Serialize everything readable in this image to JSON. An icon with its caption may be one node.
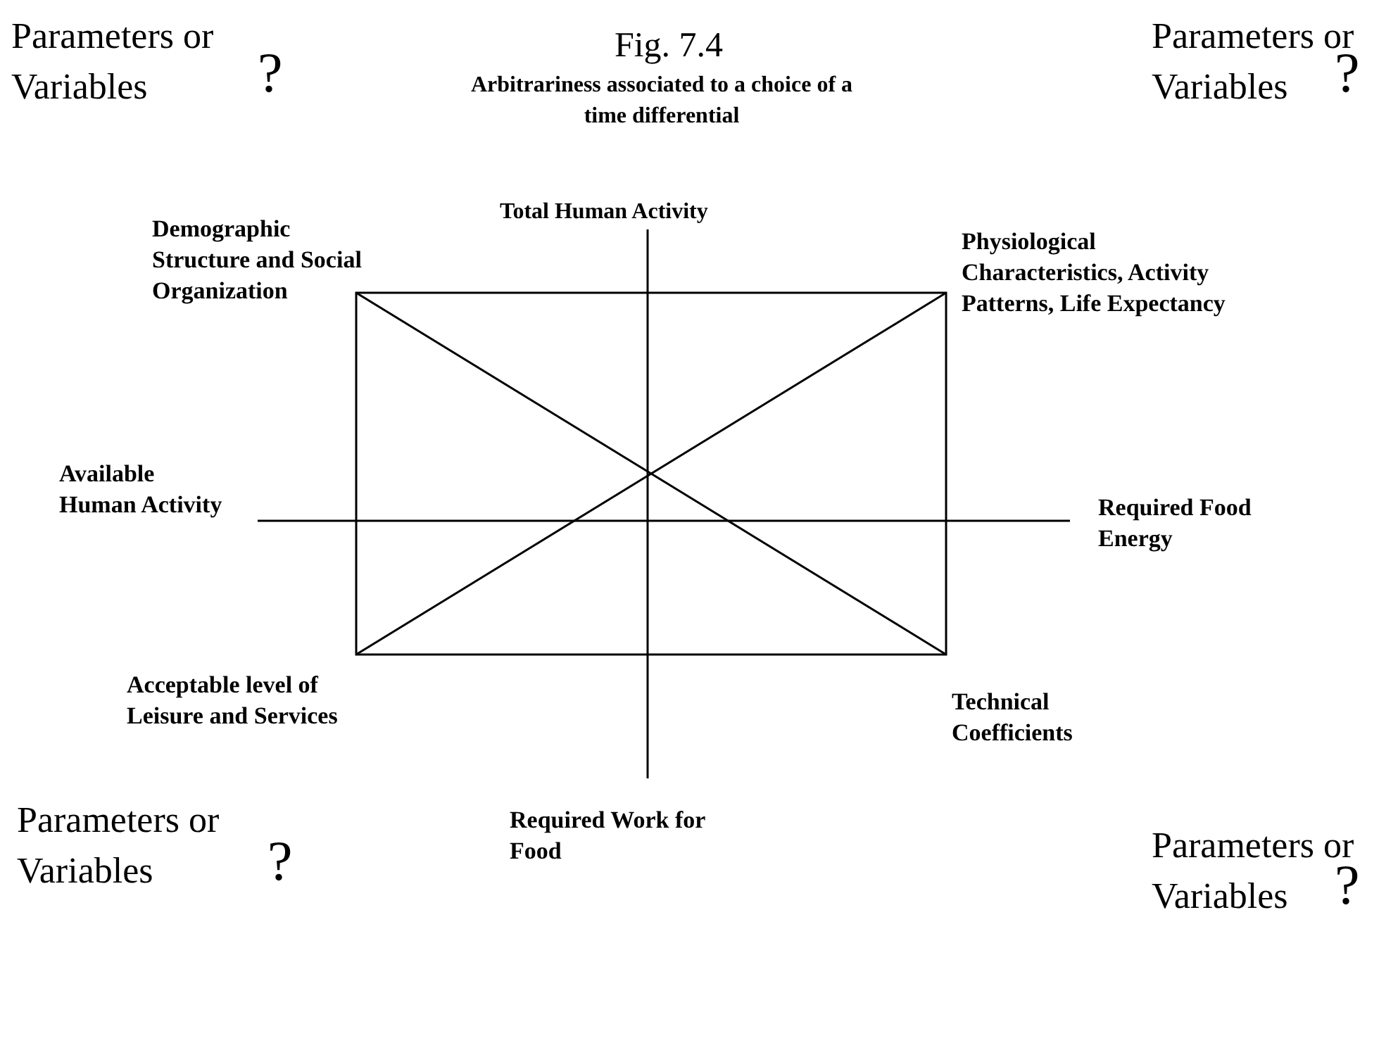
{
  "diagram": {
    "title": "Fig. 7.4",
    "caption": "Arbitrariness associated to a choice of a time differential",
    "labels": [
      "Parameters or Variables",
      "?",
      "Parameters or Variables",
      "?",
      "Demographic Structure and Social Organization",
      "Total Human Activity",
      "Physiological Characteristics, Activity Patterns, Life Expectancy",
      "Available Human Activity",
      "Required Food Energy",
      "Acceptable level of Leisure and Services",
      "Technical Coefficients",
      "Parameters or Variables",
      "?",
      "Required Work for Food",
      "Parameters or Variables",
      "?"
    ]
  }
}
